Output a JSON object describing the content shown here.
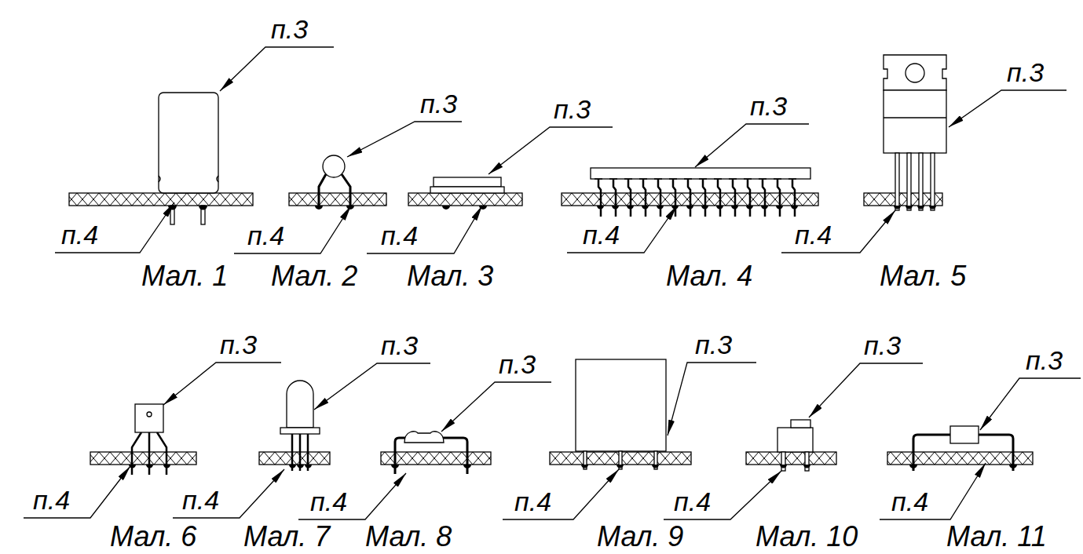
{
  "diagram": {
    "labels": [
      "п.3",
      "п.4",
      "Мал. 1",
      "п.3",
      "п.4",
      "Мал. 2",
      "п.3",
      "п.4",
      "Мал. 3",
      "п.3",
      "п.4",
      "Мал. 4",
      "п.3",
      "п.4",
      "Мал. 5",
      "п.3",
      "п.4",
      "Мал. 6",
      "п.3",
      "п.4",
      "Мал. 7",
      "п.3",
      "п.4",
      "Мал. 8",
      "п.3",
      "п.4",
      "Мал. 9",
      "п.3",
      "п.4",
      "Мал. 10",
      "п.3",
      "п.4",
      "Мал. 11"
    ]
  }
}
